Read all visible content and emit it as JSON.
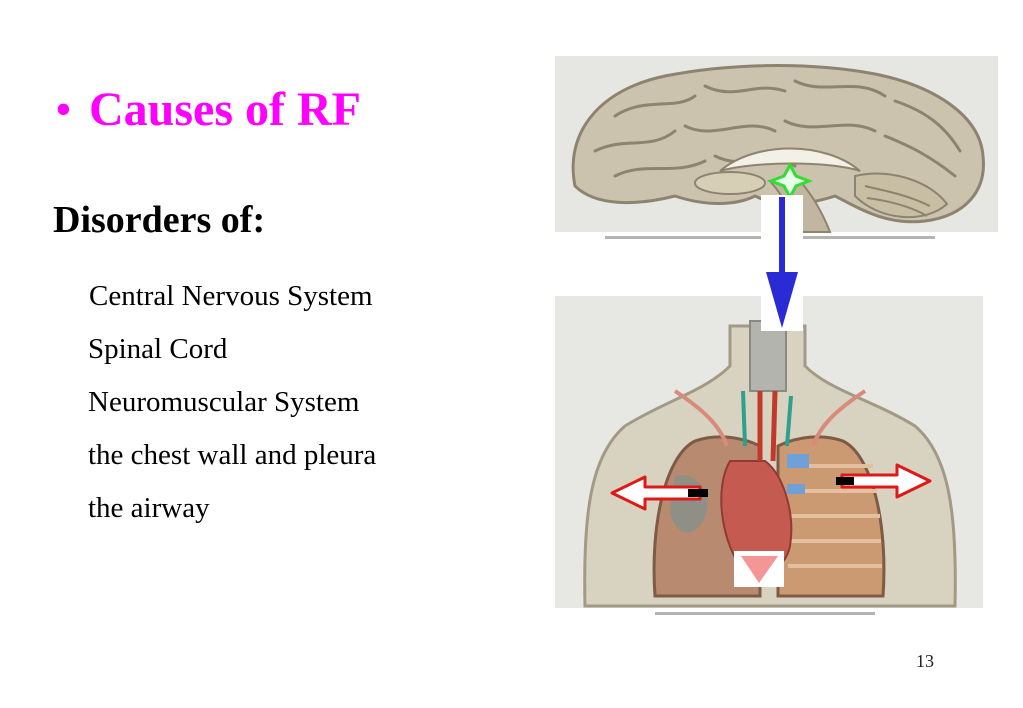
{
  "slide": {
    "bullet_glyph": "•",
    "title": "Causes of RF",
    "subheading": "Disorders of:",
    "disorders": [
      "Central Nervous System",
      "Spinal Cord",
      "Neuromuscular System",
      "the chest wall and pleura",
      "the airway"
    ],
    "page_number": "13"
  },
  "colors": {
    "title": "#ff00ff",
    "down_arrow": "#2b2bd6",
    "side_arrows": "#e01818",
    "star_marker": "#33dd33",
    "triangle_marker": "#f49696"
  },
  "icons": {
    "star_marker": "four-point-star-icon",
    "down_arrow": "arrow-down-icon",
    "left_arrow": "arrow-left-icon",
    "right_arrow": "arrow-right-icon",
    "triangle_marker": "triangle-down-icon"
  }
}
